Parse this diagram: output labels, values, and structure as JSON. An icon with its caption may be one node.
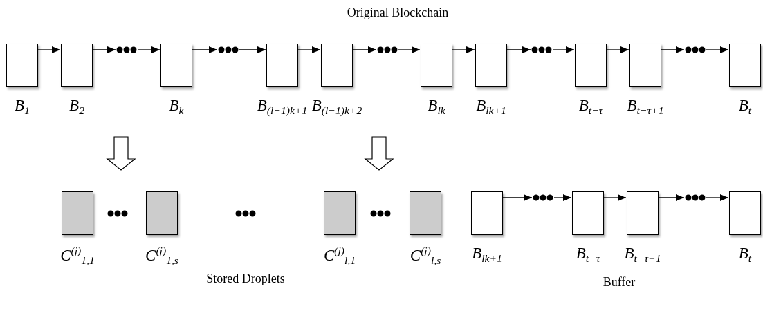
{
  "diagram": {
    "title": "Original Blockchain",
    "nodes": [
      {
        "text": [],
        "shape": "box",
        "beside": [
          "B$_{1}$"
        ]
      },
      {
        "text": [],
        "shape": "box",
        "beside": [
          "B$_{2}$"
        ]
      },
      {
        "text": [],
        "shape": "ellipsis"
      },
      {
        "text": [],
        "shape": "box",
        "beside": [
          "B$_{k}$"
        ]
      },
      {
        "text": [],
        "shape": "ellipsis"
      },
      {
        "text": [],
        "shape": "box",
        "beside": [
          "B$_{(l−1)k+1}$"
        ]
      },
      {
        "text": [],
        "shape": "box",
        "beside": [
          "B$_{(l−1)k+2}$"
        ]
      },
      {
        "text": [],
        "shape": "ellipsis"
      },
      {
        "text": [],
        "shape": "box",
        "beside": [
          "B$_{lk}$"
        ]
      },
      {
        "text": [],
        "shape": "box",
        "beside": [
          "B$_{lk+1}$"
        ]
      },
      {
        "text": [],
        "shape": "ellipsis"
      },
      {
        "text": [],
        "shape": "box",
        "beside": [
          "B$_{t−τ}$"
        ]
      },
      {
        "text": [],
        "shape": "box",
        "beside": [
          "B$_{t−τ+1}$"
        ]
      },
      {
        "text": [],
        "shape": "ellipsis"
      },
      {
        "text": [],
        "shape": "box",
        "beside": [
          "B$_{t}$"
        ]
      },
      {
        "text": [],
        "shape": "box",
        "beside": [
          "C$^{(j)}$$_{1,1}$"
        ]
      },
      {
        "text": [],
        "shape": "box",
        "beside": [
          "C$^{(j)}$$_{1,s}$"
        ]
      },
      {
        "text": [],
        "shape": "box",
        "beside": [
          "C$^{(j)}$$_{l,1}$"
        ]
      },
      {
        "text": [],
        "shape": "box",
        "beside": [
          "C$^{(j)}$$_{l,s}$"
        ]
      },
      {
        "text": [],
        "shape": "box",
        "beside": [
          "B$_{lk+1}$"
        ]
      },
      {
        "text": [],
        "shape": "ellipsis"
      },
      {
        "text": [],
        "shape": "box",
        "beside": [
          "B$_{t−τ}$"
        ]
      },
      {
        "text": [],
        "shape": "box",
        "beside": [
          "B$_{t−τ+1}$"
        ]
      },
      {
        "text": [],
        "shape": "ellipsis"
      },
      {
        "text": [],
        "shape": "box",
        "beside": [
          "B$_{t}$"
        ]
      }
    ],
    "edges": [
      {
        "from": 0,
        "to": 1,
        "arrow": "to"
      },
      {
        "from": 1,
        "to": 2,
        "arrow": "to"
      },
      {
        "from": 2,
        "to": 3,
        "arrow": "to"
      },
      {
        "from": 3,
        "to": 4,
        "arrow": "to"
      },
      {
        "from": 4,
        "to": 5,
        "arrow": "to"
      },
      {
        "from": 5,
        "to": 6,
        "arrow": "to"
      },
      {
        "from": 6,
        "to": 7,
        "arrow": "to"
      },
      {
        "from": 7,
        "to": 8,
        "arrow": "to"
      },
      {
        "from": 8,
        "to": 9,
        "arrow": "to"
      },
      {
        "from": 9,
        "to": 10,
        "arrow": "to"
      },
      {
        "from": 10,
        "to": 11,
        "arrow": "to"
      },
      {
        "from": 11,
        "to": 12,
        "arrow": "to"
      },
      {
        "from": 12,
        "to": 13,
        "arrow": "to"
      },
      {
        "from": 13,
        "to": 14,
        "arrow": "to"
      },
      {
        "from": 19,
        "to": 20,
        "arrow": "to"
      },
      {
        "from": 20,
        "to": 21,
        "arrow": "to"
      },
      {
        "from": 21,
        "to": 22,
        "arrow": "to"
      },
      {
        "from": 22,
        "to": 23,
        "arrow": "to"
      },
      {
        "from": 23,
        "to": 24,
        "arrow": "to"
      }
    ],
    "labels": [
      "Stored Droplets",
      "Buffer"
    ]
  }
}
